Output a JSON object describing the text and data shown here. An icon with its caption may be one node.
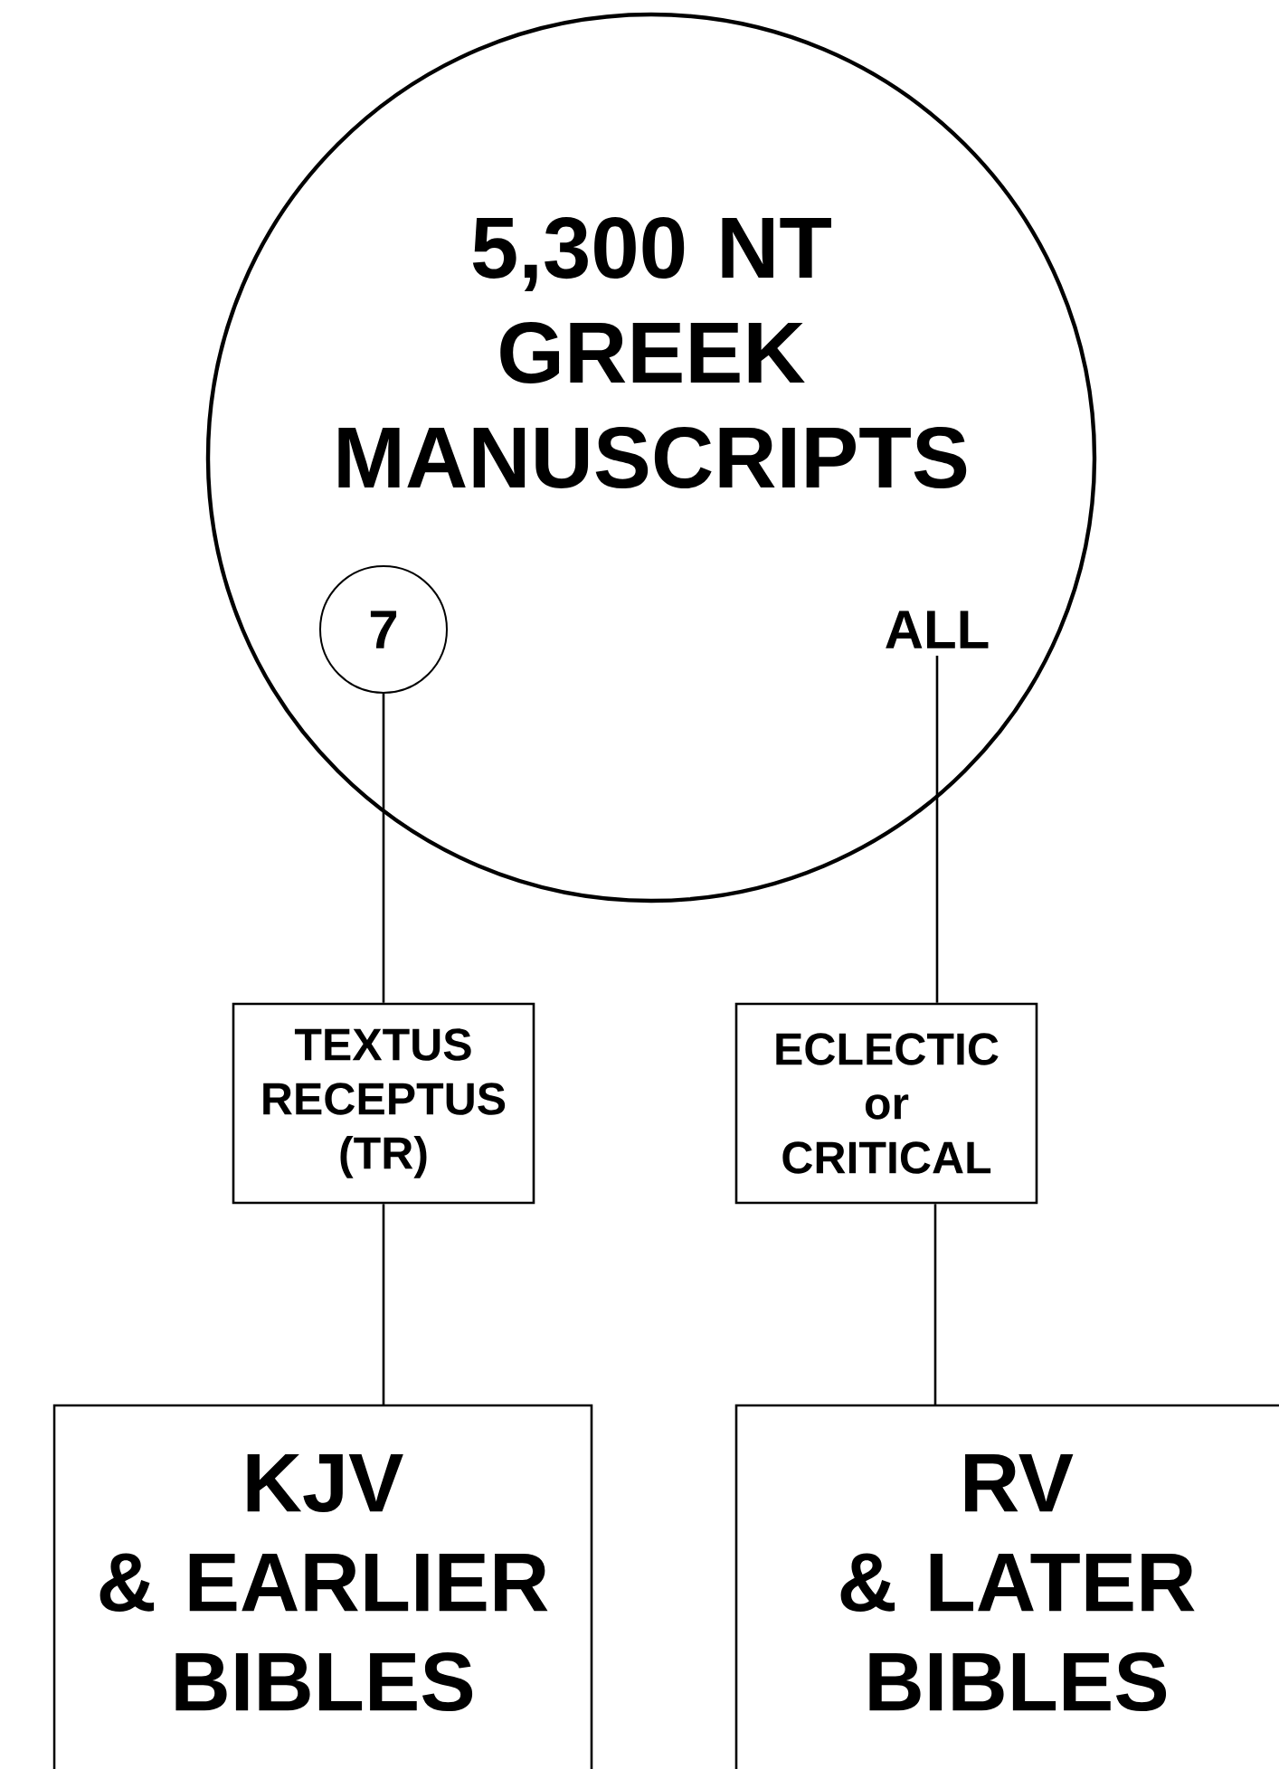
{
  "diagram": {
    "nodes": [
      {
        "text": [
          "5,300 NT GREEK MANUSCRIPTS"
        ]
      },
      {
        "text": [
          "7"
        ],
        "in": 0
      },
      {
        "text": [
          "ALL"
        ],
        "in": 0
      },
      {
        "text": [
          "TEXTUS RECEPTUS (TR)"
        ]
      },
      {
        "text": [
          "ECLECTIC or CRITICAL"
        ]
      },
      {
        "text": [
          "KJV & EARLIER BIBLES"
        ]
      },
      {
        "text": [
          "RV & LATER BIBLES"
        ]
      }
    ],
    "edges": [
      {
        "from": 1,
        "to": 3,
        "arrow": "none"
      },
      {
        "from": 2,
        "to": 4,
        "arrow": "none"
      },
      {
        "from": 3,
        "to": 5,
        "arrow": "none"
      },
      {
        "from": 4,
        "to": 6,
        "arrow": "none"
      }
    ]
  }
}
